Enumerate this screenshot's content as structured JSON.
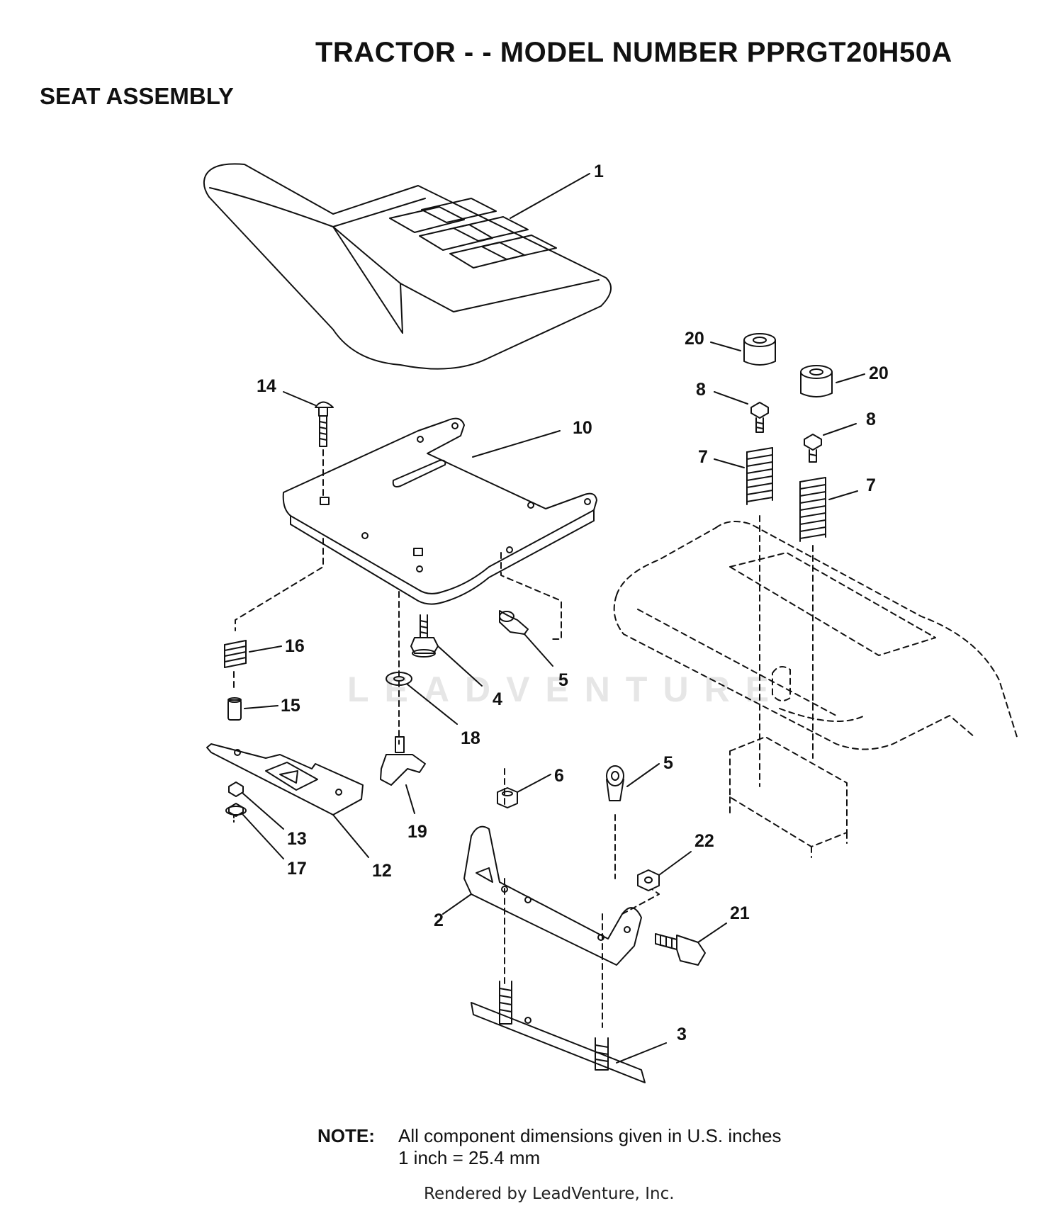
{
  "header": {
    "title": "TRACTOR - - MODEL NUMBER PPRGT20H50A",
    "section": "SEAT ASSEMBLY"
  },
  "watermark": "LEADVENTURE",
  "callouts": {
    "c1": "1",
    "c2": "2",
    "c3": "3",
    "c4": "4",
    "c5a": "5",
    "c5b": "5",
    "c6": "6",
    "c7a": "7",
    "c7b": "7",
    "c8a": "8",
    "c8b": "8",
    "c10": "10",
    "c12": "12",
    "c13": "13",
    "c14": "14",
    "c15": "15",
    "c16": "16",
    "c17": "17",
    "c18": "18",
    "c19": "19",
    "c20a": "20",
    "c20b": "20",
    "c21": "21",
    "c22": "22"
  },
  "note": {
    "label": "NOTE:",
    "line1": "All component dimensions given in U.S. inches",
    "line2": "1 inch = 25.4 mm"
  },
  "footer": "Rendered by LeadVenture, Inc."
}
